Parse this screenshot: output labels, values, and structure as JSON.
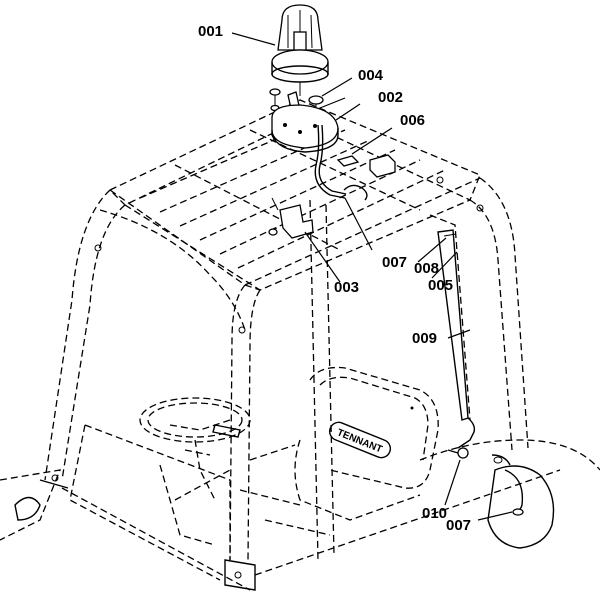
{
  "callouts": {
    "c001": "001",
    "c004": "004",
    "c002": "002",
    "c006": "006",
    "c007_top": "007",
    "c008": "008",
    "c005": "005",
    "c003": "003",
    "c009": "009",
    "c010": "010",
    "c007_bottom": "007"
  },
  "seat_logo": "TENNANT"
}
